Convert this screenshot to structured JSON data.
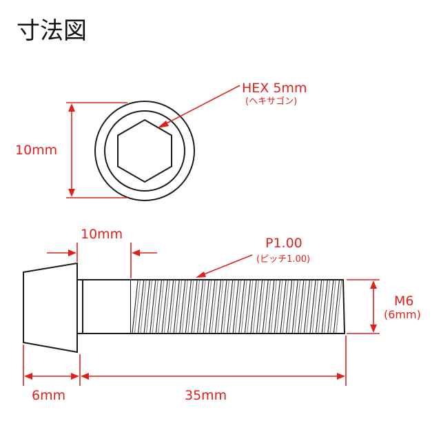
{
  "title": "寸法図",
  "labels": {
    "head_diameter": "10mm",
    "hex": "HEX 5mm",
    "hex_note": "(ヘキサゴン)",
    "head_shank_length": "10mm",
    "pitch": "P1.00",
    "pitch_note": "(ピッチ1.00)",
    "thread": "M6",
    "thread_note": "(6mm)",
    "head_height": "6mm",
    "length": "35mm"
  },
  "colors": {
    "dimension": "#e0201b",
    "outline": "#1a1a1a",
    "background": "#ffffff"
  }
}
